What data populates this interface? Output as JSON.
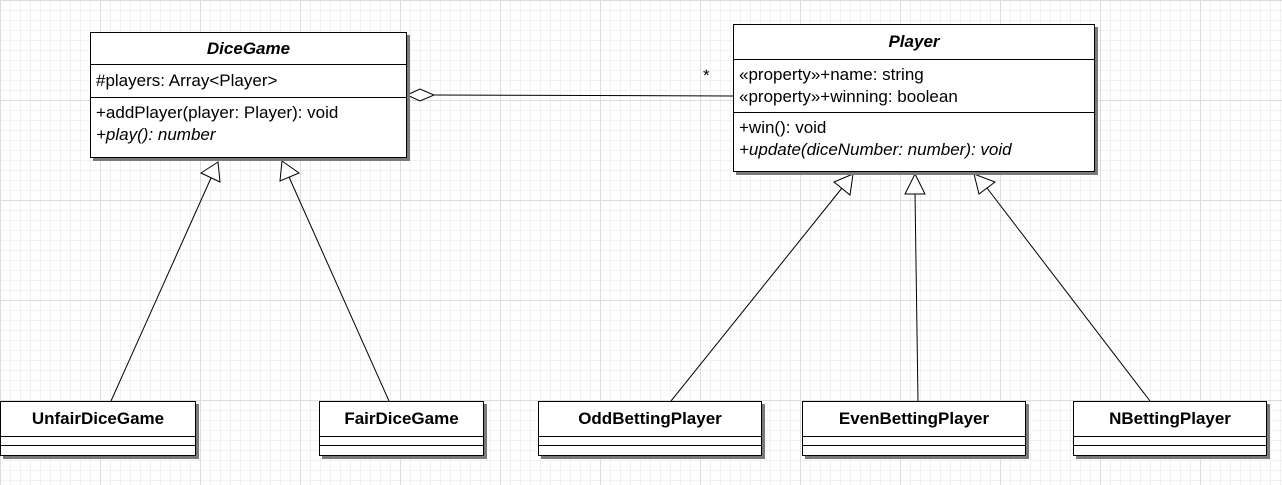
{
  "classes": {
    "dicegame": {
      "name": "DiceGame",
      "attributes": [
        "#players: Array<Player>"
      ],
      "methods": [
        "+addPlayer(player: Player): void",
        "+play(): number"
      ]
    },
    "player": {
      "name": "Player",
      "attributes": [
        "«property»+name: string",
        "«property»+winning: boolean"
      ],
      "methods": [
        "+win(): void",
        "+update(diceNumber: number): void"
      ]
    },
    "unfair": {
      "name": "UnfairDiceGame"
    },
    "fair": {
      "name": "FairDiceGame"
    },
    "odd": {
      "name": "OddBettingPlayer"
    },
    "even": {
      "name": "EvenBettingPlayer"
    },
    "nbet": {
      "name": "NBettingPlayer"
    }
  },
  "association": {
    "multiplicity": "*"
  }
}
